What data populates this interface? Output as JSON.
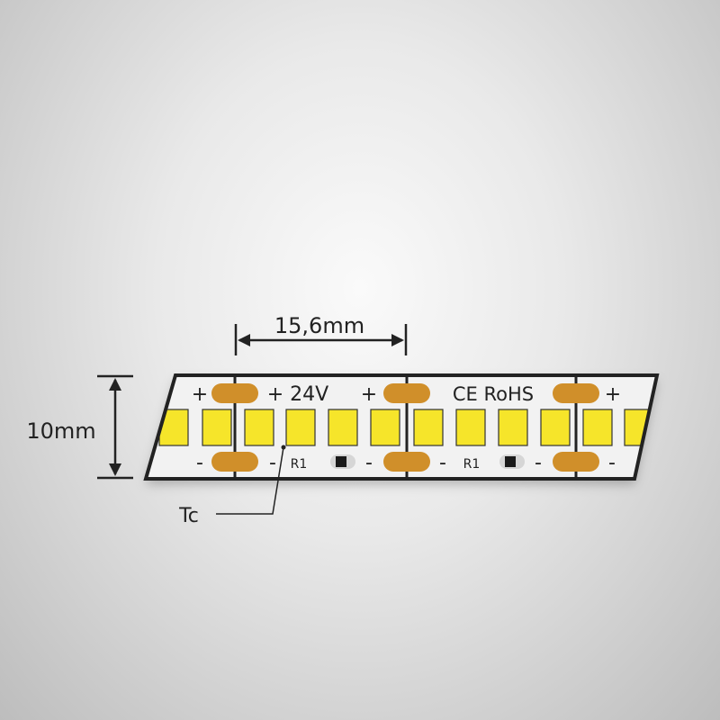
{
  "dimensions": {
    "pitch": "15,6mm",
    "width": "10mm"
  },
  "labels": {
    "voltage": "+ 24V",
    "certification": "CE RoHS",
    "resistor": "R1",
    "tc": "Tc",
    "plus": "+",
    "minus": "-"
  },
  "colors": {
    "led": "#f6e52a",
    "pad": "#d08f2a",
    "outline": "#222222",
    "strip": "#f2f2f2"
  }
}
